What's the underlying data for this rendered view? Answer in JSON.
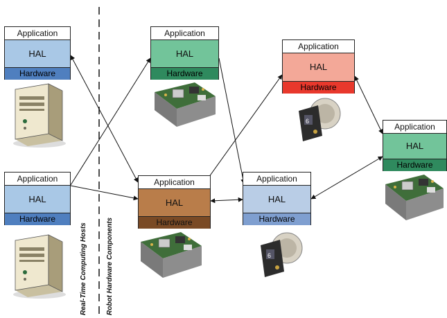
{
  "labels": {
    "hosts": "Real-Time Computing Hosts",
    "components": "Robot Hardware Components"
  },
  "stacks": {
    "host1": {
      "app": "Application",
      "hal": "HAL",
      "hw": "Hardware"
    },
    "host2": {
      "app": "Application",
      "hal": "HAL",
      "hw": "Hardware"
    },
    "board_top": {
      "app": "Application",
      "hal": "HAL",
      "hw": "Hardware"
    },
    "board_center": {
      "app": "Application",
      "hal": "HAL",
      "hw": "Hardware"
    },
    "motor_top": {
      "app": "Application",
      "hal": "HAL",
      "hw": "Hardware"
    },
    "motor_center": {
      "app": "Application",
      "hal": "HAL",
      "hw": "Hardware"
    },
    "board_right": {
      "app": "Application",
      "hal": "HAL",
      "hw": "Hardware"
    }
  },
  "colors": {
    "host_hal": "#a9c8e6",
    "host_hw": "#4f7fbf",
    "board_top_hal": "#72c49a",
    "board_top_hw": "#2f8a5e",
    "board_center_hal": "#b97d4a",
    "board_center_hw": "#7a4a25",
    "motor_top_hal": "#f3a898",
    "motor_top_hw": "#e8382c",
    "motor_center_hal": "#b9cde6",
    "motor_center_hw": "#7f9fd0",
    "board_right_hal": "#72c49a",
    "board_right_hw": "#2f8a5e"
  },
  "icons": [
    "server-icon",
    "circuit-board-icon",
    "motor-controller-icon"
  ]
}
